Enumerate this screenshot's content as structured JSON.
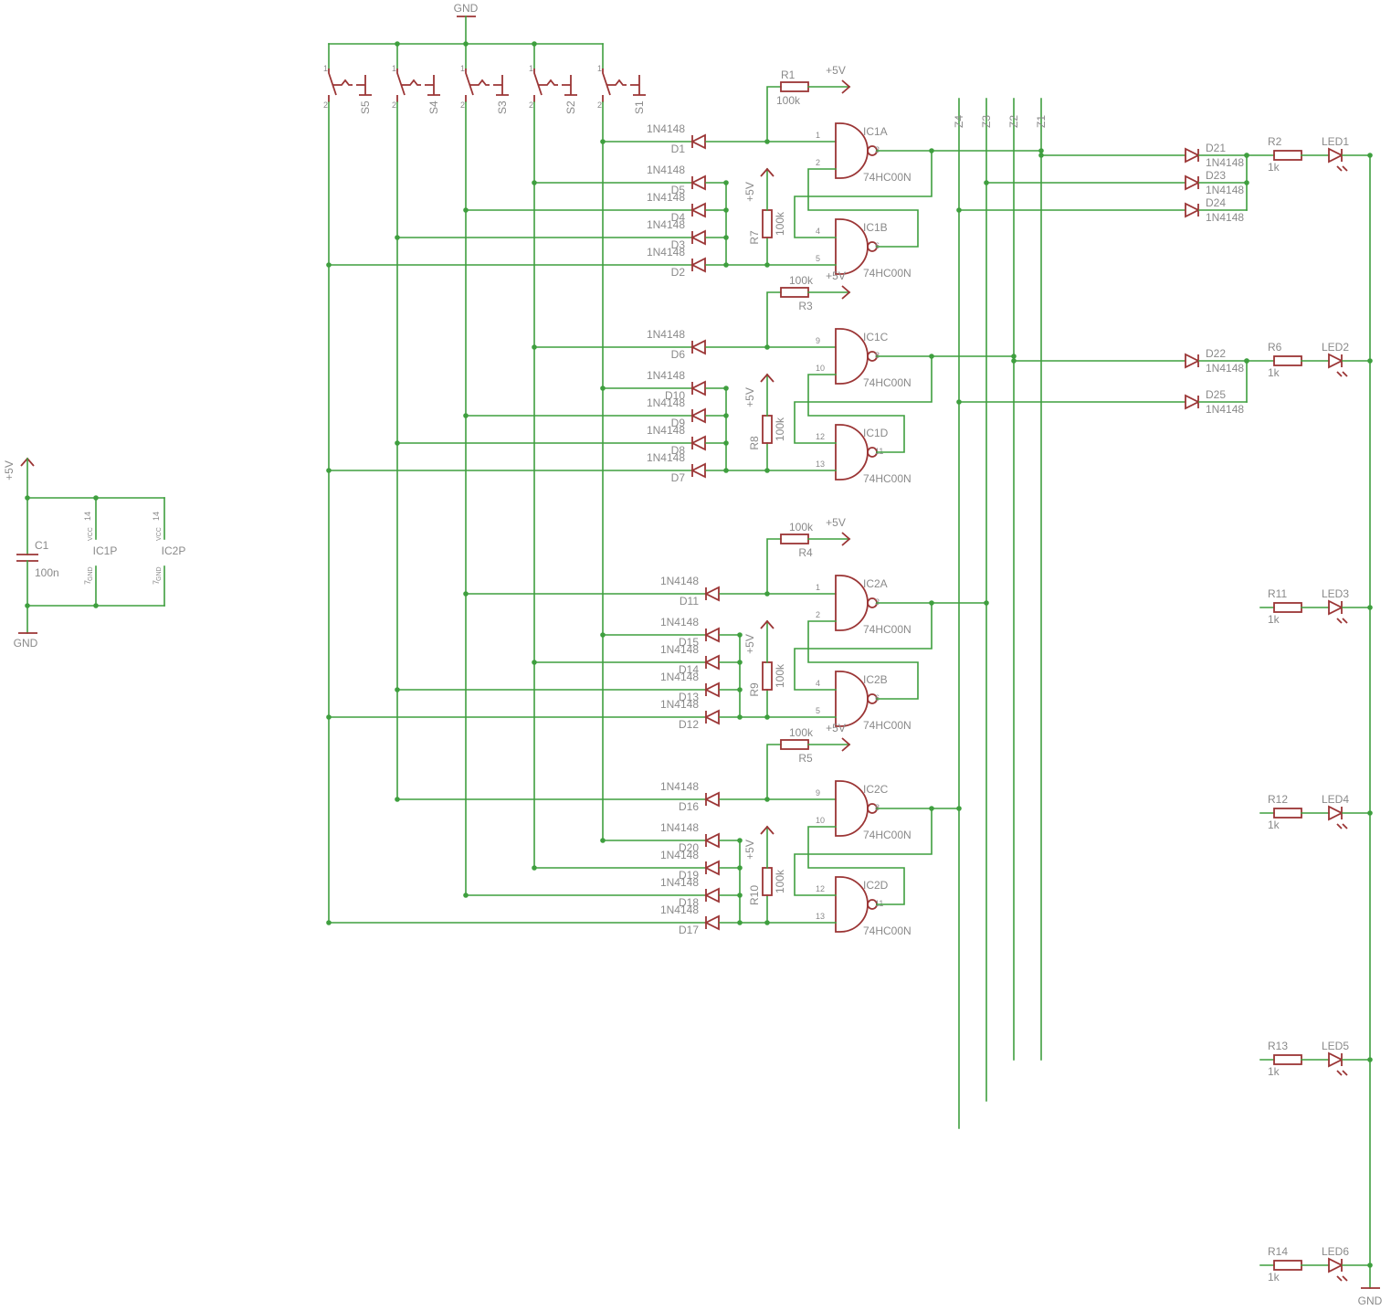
{
  "colors": {
    "wire": "#3f9f3f",
    "part": "#9b3535",
    "text": "#8a8a8a",
    "background": "#ffffff"
  },
  "nets": {
    "gnd": "GND",
    "vcc": "+5V"
  },
  "switches": [
    {
      "name": "S5",
      "pin1": "1",
      "pin2": "2"
    },
    {
      "name": "S4",
      "pin1": "1",
      "pin2": "2"
    },
    {
      "name": "S3",
      "pin1": "1",
      "pin2": "2"
    },
    {
      "name": "S2",
      "pin1": "1",
      "pin2": "2"
    },
    {
      "name": "S1",
      "pin1": "1",
      "pin2": "2"
    }
  ],
  "buses": [
    "Z4",
    "Z3",
    "Z2",
    "Z1"
  ],
  "gates": [
    {
      "name": "IC1A",
      "value": "74HC00N",
      "pin_a": "1",
      "pin_b": "2",
      "pin_out": "3"
    },
    {
      "name": "IC1B",
      "value": "74HC00N",
      "pin_a": "4",
      "pin_b": "5",
      "pin_out": "6"
    },
    {
      "name": "IC1C",
      "value": "74HC00N",
      "pin_a": "9",
      "pin_b": "10",
      "pin_out": "8"
    },
    {
      "name": "IC1D",
      "value": "74HC00N",
      "pin_a": "12",
      "pin_b": "13",
      "pin_out": "11"
    },
    {
      "name": "IC2A",
      "value": "74HC00N",
      "pin_a": "1",
      "pin_b": "2",
      "pin_out": "3"
    },
    {
      "name": "IC2B",
      "value": "74HC00N",
      "pin_a": "4",
      "pin_b": "5",
      "pin_out": "6"
    },
    {
      "name": "IC2C",
      "value": "74HC00N",
      "pin_a": "9",
      "pin_b": "10",
      "pin_out": "8"
    },
    {
      "name": "IC2D",
      "value": "74HC00N",
      "pin_a": "12",
      "pin_b": "13",
      "pin_out": "11"
    }
  ],
  "input_diodes": [
    {
      "name": "D1",
      "value": "1N4148"
    },
    {
      "name": "D5",
      "value": "1N4148"
    },
    {
      "name": "D4",
      "value": "1N4148"
    },
    {
      "name": "D3",
      "value": "1N4148"
    },
    {
      "name": "D2",
      "value": "1N4148"
    },
    {
      "name": "D6",
      "value": "1N4148"
    },
    {
      "name": "D10",
      "value": "1N4148"
    },
    {
      "name": "D9",
      "value": "1N4148"
    },
    {
      "name": "D8",
      "value": "1N4148"
    },
    {
      "name": "D7",
      "value": "1N4148"
    },
    {
      "name": "D11",
      "value": "1N4148"
    },
    {
      "name": "D15",
      "value": "1N4148"
    },
    {
      "name": "D14",
      "value": "1N4148"
    },
    {
      "name": "D13",
      "value": "1N4148"
    },
    {
      "name": "D12",
      "value": "1N4148"
    },
    {
      "name": "D16",
      "value": "1N4148"
    },
    {
      "name": "D20",
      "value": "1N4148"
    },
    {
      "name": "D19",
      "value": "1N4148"
    },
    {
      "name": "D18",
      "value": "1N4148"
    },
    {
      "name": "D17",
      "value": "1N4148"
    }
  ],
  "pullups_top": [
    {
      "name": "R1",
      "value": "100k"
    },
    {
      "name": "R3",
      "value": "100k"
    },
    {
      "name": "R4",
      "value": "100k"
    },
    {
      "name": "R5",
      "value": "100k"
    }
  ],
  "pullups_vertical": [
    {
      "name": "R7",
      "value": "100k"
    },
    {
      "name": "R8",
      "value": "100k"
    },
    {
      "name": "R9",
      "value": "100k"
    },
    {
      "name": "R10",
      "value": "100k"
    }
  ],
  "output_diodes": [
    {
      "name": "D21",
      "value": "1N4148"
    },
    {
      "name": "D23",
      "value": "1N4148"
    },
    {
      "name": "D24",
      "value": "1N4148"
    },
    {
      "name": "D22",
      "value": "1N4148"
    },
    {
      "name": "D25",
      "value": "1N4148"
    }
  ],
  "leds": [
    {
      "name": "LED1",
      "resistor": "R2",
      "value": "1k"
    },
    {
      "name": "LED2",
      "resistor": "R6",
      "value": "1k"
    },
    {
      "name": "LED3",
      "resistor": "R11",
      "value": "1k"
    },
    {
      "name": "LED4",
      "resistor": "R12",
      "value": "1k"
    },
    {
      "name": "LED5",
      "resistor": "R13",
      "value": "1k"
    },
    {
      "name": "LED6",
      "resistor": "R14",
      "value": "1k"
    }
  ],
  "power": {
    "cap": {
      "name": "C1",
      "value": "100n"
    },
    "ics": [
      {
        "name": "IC1P",
        "vcc": "VCC",
        "gnd": "GND",
        "vcc_pin": "14",
        "gnd_pin": "7"
      },
      {
        "name": "IC2P",
        "vcc": "VCC",
        "gnd": "GND",
        "vcc_pin": "14",
        "gnd_pin": "7"
      }
    ]
  }
}
